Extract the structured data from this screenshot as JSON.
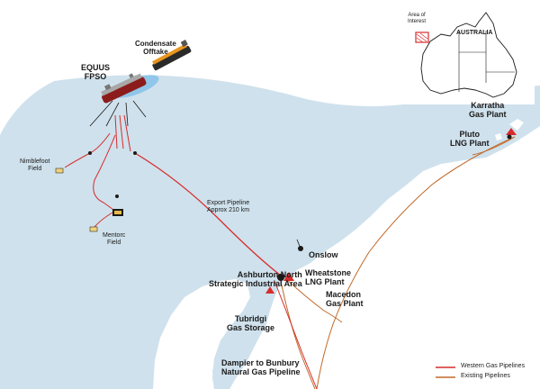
{
  "labels": {
    "condensate": "Condensate\nOfftake",
    "equus": "EQUUS\nFPSO",
    "nimblefoot": "Nimblefoot\nField",
    "mentorc": "Mentorc\nField",
    "export_pipeline": "Export Pipeline\nApprox 210 km",
    "onslow": "Onslow",
    "ashburton": "Ashburton North\nStrategic Industrial Area",
    "wheatstone": "Wheatstone\nLNG Plant",
    "macedon": "Macedon\nGas Plant",
    "tubridgi": "Tubridgi\nGas Storage",
    "dampier": "Dampier to Bunbury\nNatural Gas Pipeline",
    "karratha": "Karratha\nGas Plant",
    "pluto": "Pluto\nLNG Plant"
  },
  "inset": {
    "area_of_interest": "Area of\nInterest",
    "country": "AUSTRALIA"
  },
  "legend": {
    "western": "Western Gas Pipelines",
    "existing": "Existing Pipelines"
  },
  "colors": {
    "sea": "#cde0ec",
    "land": "#ffffff",
    "western_pipeline": "#d62c2c",
    "existing_pipeline": "#c0692a"
  }
}
